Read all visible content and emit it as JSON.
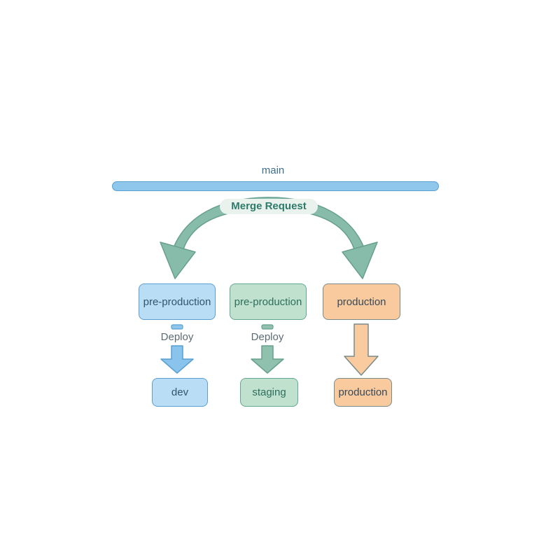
{
  "diagram": {
    "main_branch_label": "main",
    "merge_request_label": "Merge Request",
    "columns": [
      {
        "top_box": "pre-production",
        "action_label": "Deploy",
        "bottom_box": "dev"
      },
      {
        "top_box": "pre-production",
        "action_label": "Deploy",
        "bottom_box": "staging"
      },
      {
        "top_box": "production",
        "bottom_box": "production"
      }
    ],
    "colors": {
      "main_bar_fill": "#8ec6ec",
      "main_bar_border": "#58a0d2",
      "merge_arrow_fill": "#87bbaa",
      "merge_arrow_border": "#67a08e",
      "merge_label_bg": "#eaf2ee",
      "merge_label_text": "#2e7a6b",
      "main_label_text": "#3f6e8c",
      "blue_box_fill": "#b9ddf4",
      "blue_box_border": "#5b9fd0",
      "blue_text": "#2e566e",
      "blue_arrow_fill": "#8ac3eb",
      "green_box_fill": "#bfe1ce",
      "green_box_border": "#64a694",
      "green_text": "#2e6e5e",
      "green_arrow_fill": "#90c0ae",
      "orange_box_fill": "#f8ca9d",
      "orange_box_border": "#7a8a88",
      "orange_arrow_fill": "#f9cb9e",
      "deploy_text": "#5c6b73"
    }
  }
}
